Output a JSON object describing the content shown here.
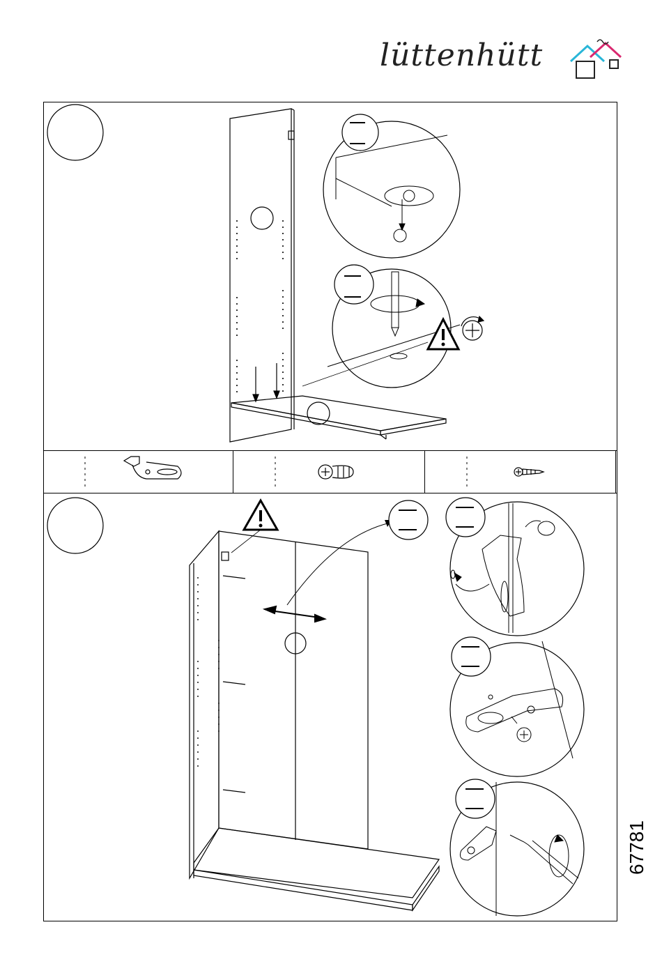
{
  "brand": {
    "name": "lüttenhütt"
  },
  "document": {
    "number": "67781"
  },
  "colors": {
    "line": "#000000",
    "brand_cyan": "#29b6d8",
    "brand_magenta": "#d9286f"
  },
  "steps": [
    {
      "id": 1,
      "number_badge": "",
      "detail_circles": 2
    },
    {
      "id": 2,
      "number_badge": "",
      "detail_circles": 3
    }
  ],
  "parts": [
    {
      "icon": "bracket-hardware-icon",
      "label": ""
    },
    {
      "icon": "cam-dowel-icon",
      "label": ""
    },
    {
      "icon": "screw-icon",
      "label": ""
    }
  ],
  "icons": {
    "warning": "warning-triangle-icon",
    "screwdriver": "phillips-rotate-icon"
  }
}
